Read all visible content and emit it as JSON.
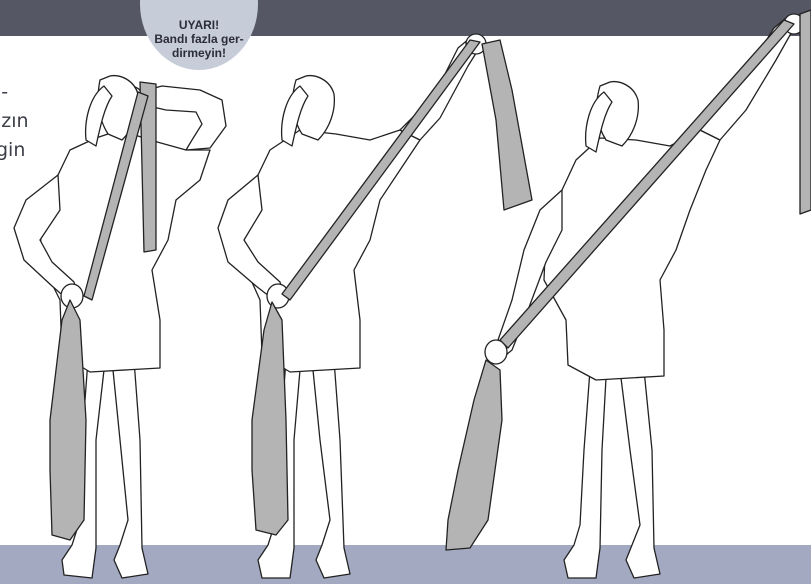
{
  "warning": {
    "lines": [
      "UYARI!",
      "Bandı fazla ger-",
      "dirmeyin!"
    ]
  },
  "side_text": {
    "lines": [
      "i-",
      "ızın",
      "gin"
    ]
  },
  "colors": {
    "top_bar": "#555864",
    "bottom_band": "#a2a9c1",
    "badge": "#c7ccd9",
    "band": "#b4b4b4",
    "outline": "#222222"
  },
  "figures": [
    {
      "name": "step-1",
      "pose": "band held behind back, one hand over shoulder, one hand at lower back"
    },
    {
      "name": "step-2",
      "pose": "upper arm raised overhead pulling band diagonally across back"
    },
    {
      "name": "step-3",
      "pose": "arm fully extended overhead, band stretched diagonally to lower hand at hip"
    }
  ]
}
